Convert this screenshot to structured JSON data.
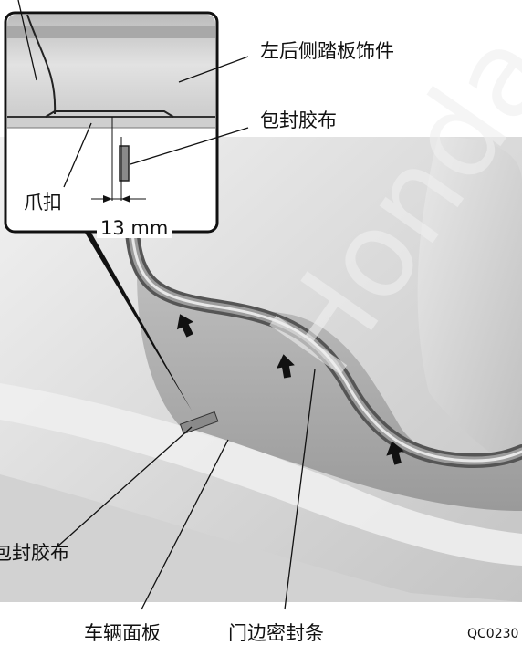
{
  "labels": {
    "step_trim": "左后侧踏板饰件",
    "tape_top": "包封胶布",
    "clip": "爪扣",
    "dimension": "13 mm",
    "tape_left": "包封胶布",
    "body_panel": "车辆面板",
    "door_seal": "门边密封条",
    "code": "QC0230"
  },
  "watermark": "Honda",
  "colors": {
    "panel_light": "#e6e6e6",
    "panel_mid": "#cfcfcf",
    "panel_dark": "#a9a9a9",
    "seal": "#6a6a6a",
    "tape": "#8a8a8a",
    "arrow": "#111111",
    "line": "#111111"
  }
}
